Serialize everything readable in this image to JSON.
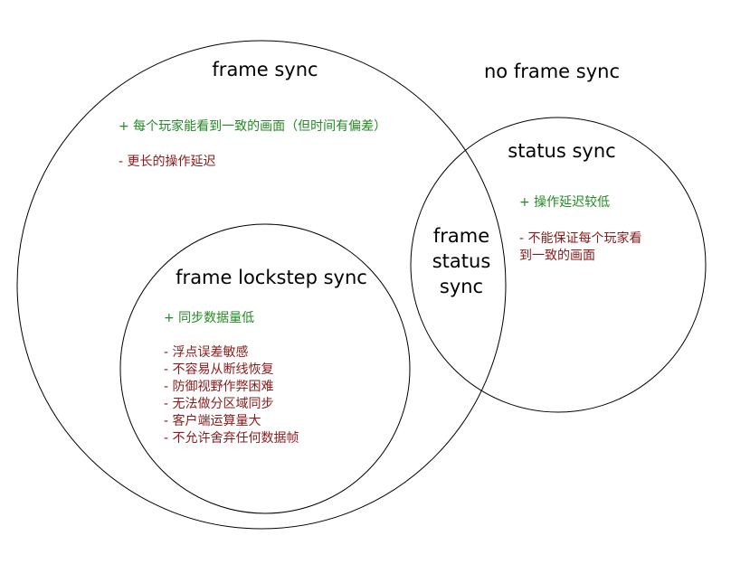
{
  "colors": {
    "pro_text": "#228b22",
    "con_text": "#8b1a1a",
    "title_text": "#000000",
    "circle_stroke": "#000000"
  },
  "frame_sync": {
    "title": "frame sync",
    "pro": "+ 每个玩家能看到一致的画面（但时间有偏差）",
    "con": "- 更长的操作延迟"
  },
  "no_frame_sync": {
    "title": "no frame sync"
  },
  "status_sync": {
    "title": "status sync",
    "pro": "+ 操作延迟较低",
    "con_line1": "- 不能保证每个玩家看",
    "con_line2": "到一致的画面"
  },
  "intersection": {
    "line1": "frame",
    "line2": "status",
    "line3": "sync"
  },
  "lockstep": {
    "title": "frame lockstep sync",
    "pro": "+ 同步数据量低",
    "cons": [
      "- 浮点误差敏感",
      "- 不容易从断线恢复",
      "- 防御视野作弊困难",
      "- 无法做分区域同步",
      "- 客户端运算量大",
      "- 不允许舍弃任何数据帧"
    ]
  }
}
